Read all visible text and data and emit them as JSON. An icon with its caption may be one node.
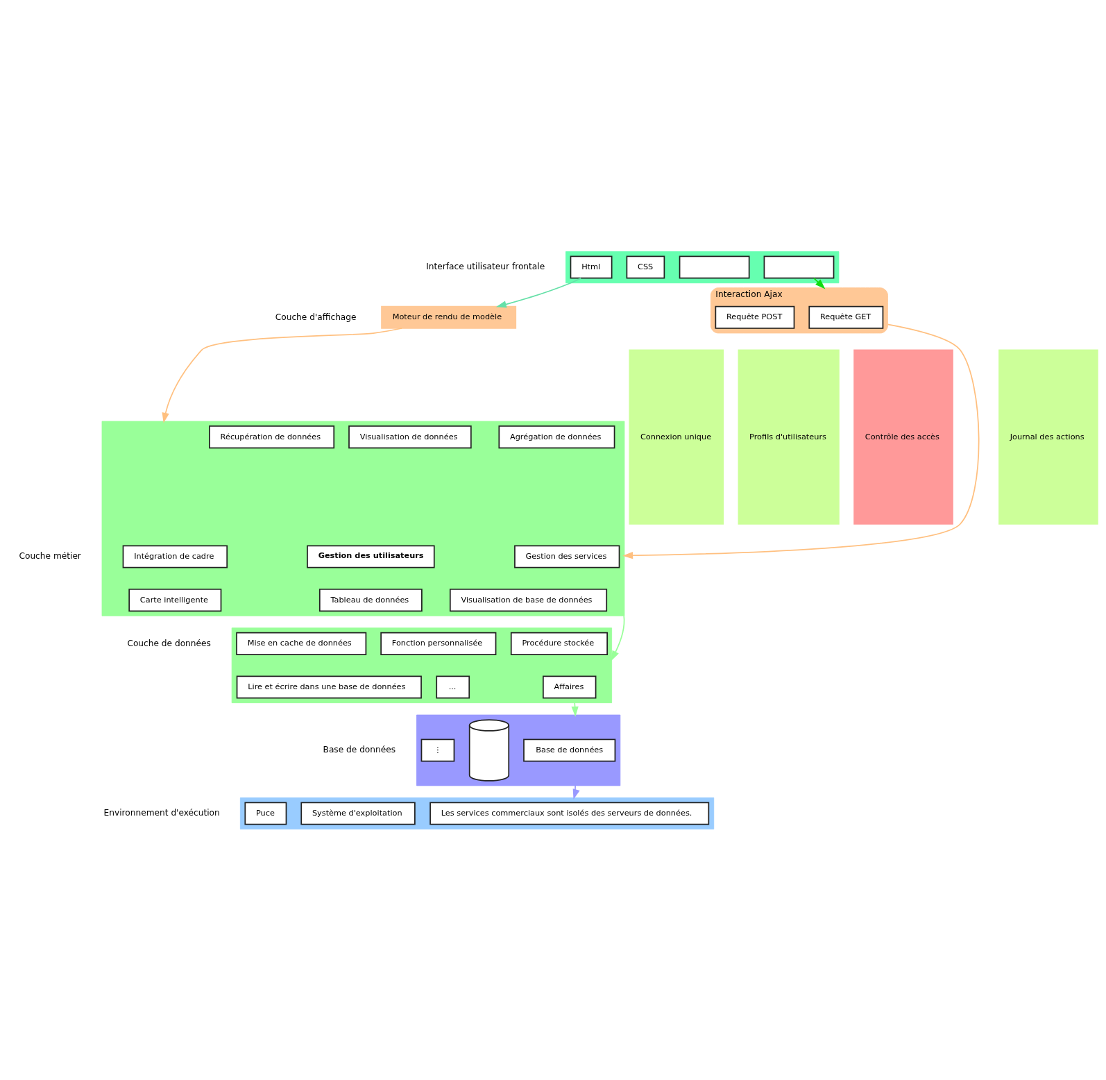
{
  "diagram": {
    "nodes": [
      {
        "text": [],
        "shape": "box"
      },
      {
        "text": [
          "Html"
        ],
        "in": 0
      },
      {
        "text": [
          "CSS"
        ],
        "in": 0
      },
      {
        "text": [],
        "shape": "box",
        "in": 0
      },
      {
        "text": [],
        "shape": "box",
        "in": 0
      },
      {
        "text": [
          "Moteur de rendu de modèle"
        ]
      },
      {
        "text": [
          "Interaction Ajax"
        ]
      },
      {
        "text": [
          "Requête POST"
        ],
        "in": 6
      },
      {
        "text": [
          "Requête GET"
        ],
        "in": 6
      },
      {
        "text": [],
        "shape": "box"
      },
      {
        "text": [
          "Récupération de données"
        ],
        "in": 9
      },
      {
        "text": [
          "Agrégation de données"
        ],
        "in": 9
      },
      {
        "text": [
          "Visualisation de données"
        ],
        "in": 9
      },
      {
        "text": [
          "Intégration de cadre"
        ],
        "in": 9
      },
      {
        "text": [
          "Gestion des services"
        ],
        "in": 9
      },
      {
        "text": [
          "Gestion des utilisateurs"
        ],
        "in": 9
      },
      {
        "text": [
          "Carte intelligente"
        ],
        "in": 9
      },
      {
        "text": [
          "Visualisation de base de données"
        ],
        "in": 9
      },
      {
        "text": [
          "Tableau de données"
        ],
        "in": 9
      },
      {
        "text": [],
        "shape": "box"
      },
      {
        "text": [
          "Procédure stockée"
        ],
        "in": 19
      },
      {
        "text": [
          "Mise en cache de données"
        ],
        "in": 19
      },
      {
        "text": [
          "Fonction personnalisée"
        ],
        "in": 19
      },
      {
        "text": [
          "Affaires"
        ],
        "in": 19
      },
      {
        "text": [
          "Lire et écrire dans une base de données"
        ],
        "in": 19
      },
      {
        "text": [
          "..."
        ],
        "in": 19
      },
      {
        "text": [
          "Journal des actions"
        ]
      },
      {
        "text": [
          "Connexion unique"
        ]
      },
      {
        "text": [
          "Profils d'utilisateurs"
        ]
      },
      {
        "text": [
          "Contrôle des accès"
        ]
      },
      {
        "text": [],
        "shape": "box"
      },
      {
        "text": [],
        "shape": "cylinder",
        "in": 30
      },
      {
        "text": [
          "Base de données"
        ],
        "in": 30
      },
      {
        "text": [
          "⋮"
        ],
        "in": 30
      },
      {
        "text": [],
        "shape": "box"
      },
      {
        "text": [
          "Système d'exploitation"
        ],
        "in": 34
      },
      {
        "text": [
          "Les services commerciaux sont isolés des serveurs de données."
        ],
        "in": 34
      },
      {
        "text": [
          "Puce"
        ],
        "in": 34
      }
    ],
    "edges": [
      {
        "from": 1,
        "to": 5,
        "arrow": "to",
        "color": "#66e0a8"
      },
      {
        "from": 4,
        "to": 6,
        "arrow": "to",
        "color": "#11dd11"
      },
      {
        "from": 5,
        "to": 9,
        "arrow": "to"
      },
      {
        "from": 6,
        "to": 9,
        "arrow": "to"
      },
      {
        "from": 9,
        "to": 19,
        "arrow": "to",
        "color": "#99ff99"
      },
      {
        "from": 19,
        "to": 30,
        "arrow": "to",
        "color": "#99ff99"
      },
      {
        "from": 30,
        "to": 34,
        "arrow": "to",
        "color": "#9999ff"
      }
    ],
    "labels": [
      "Interface utilisateur frontale",
      "Couche d'affichage",
      "Couche métier",
      "Couche de données",
      "Base de données",
      "Environnement d'exécution"
    ]
  }
}
